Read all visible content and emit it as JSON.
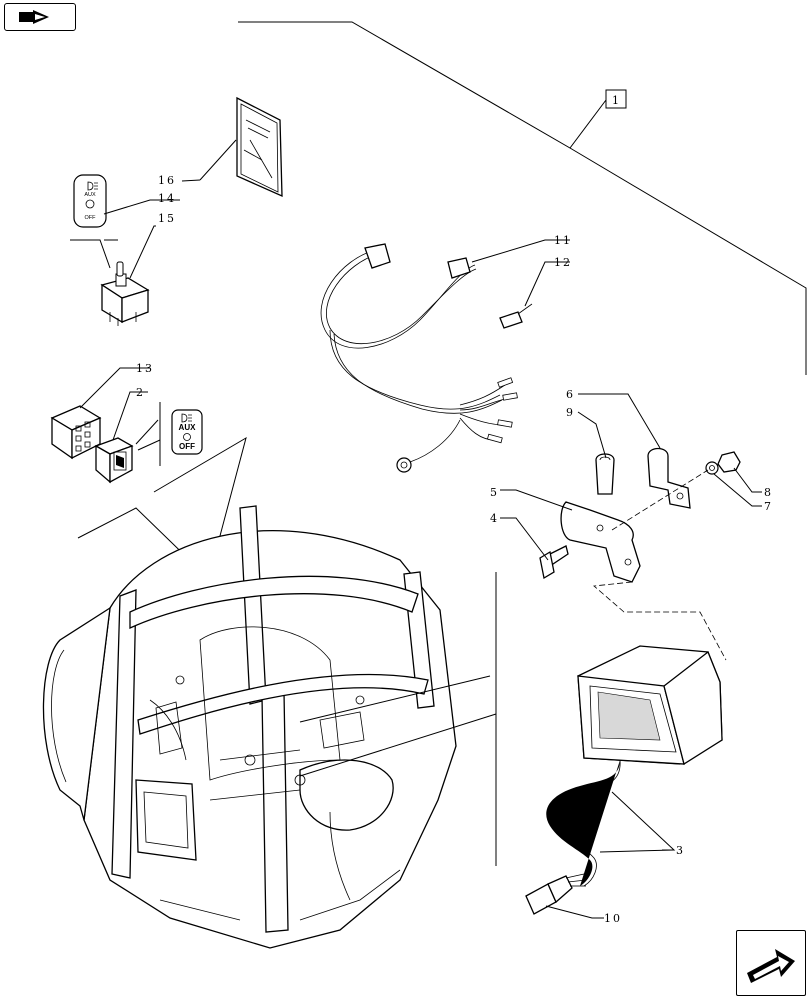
{
  "nav": {
    "top_button": "book-arrow-icon",
    "bottom_button": "next-page-arrow-icon"
  },
  "assembly_ref": "1",
  "callouts": [
    "16",
    "14",
    "15",
    "11",
    "12",
    "13",
    "2",
    "6",
    "9",
    "5",
    "4",
    "8",
    "7",
    "3",
    "10"
  ],
  "switch_plate": {
    "aux_label": "AUX",
    "off_label": "OFF"
  },
  "switch_plate_small": {
    "aux_label": "AUX",
    "off_label": "OFF"
  }
}
